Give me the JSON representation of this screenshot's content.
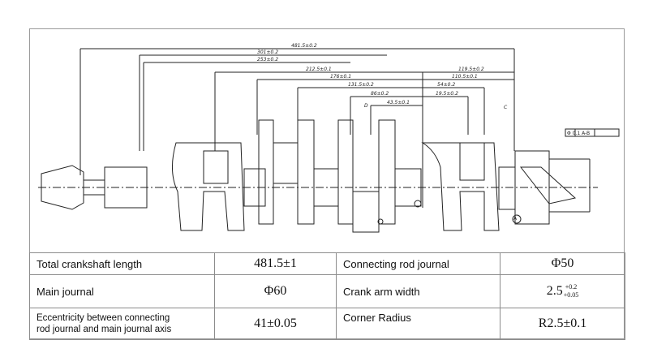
{
  "drawing": {
    "dimensions": {
      "overall": "481.5±0.2",
      "d1": "301±0.2",
      "d2": "253±0.2",
      "d3": "212.5±0.1",
      "d4": "176±0.1",
      "d5": "131.5±0.2",
      "d6": "86±0.2",
      "d7": "43.5±0.1",
      "r1": "119.5±0.2",
      "r2": "110.5±0.1",
      "r3": "54±0.2",
      "r4": "19.5±0.2",
      "datum": "Φ 0.1 A-B",
      "sectionC": "C",
      "sectionD": "D",
      "datumA": "A"
    }
  },
  "table": {
    "rows": [
      {
        "label1": "Total crankshaft length",
        "value1": "481.5±1",
        "label2": "Connecting rod journal",
        "value2": "Φ50"
      },
      {
        "label1": "Main journal",
        "value1": "Φ60",
        "label2": "Crank arm width",
        "value2_base": "2.5",
        "value2_upper": "+0.2",
        "value2_lower": "+0.05"
      },
      {
        "label1a": "Eccentricity between connecting",
        "label1b": "rod journal and main journal axis",
        "value1": "41±0.05",
        "label2": "Corner Radius",
        "value2": "R2.5±0.1"
      }
    ]
  }
}
